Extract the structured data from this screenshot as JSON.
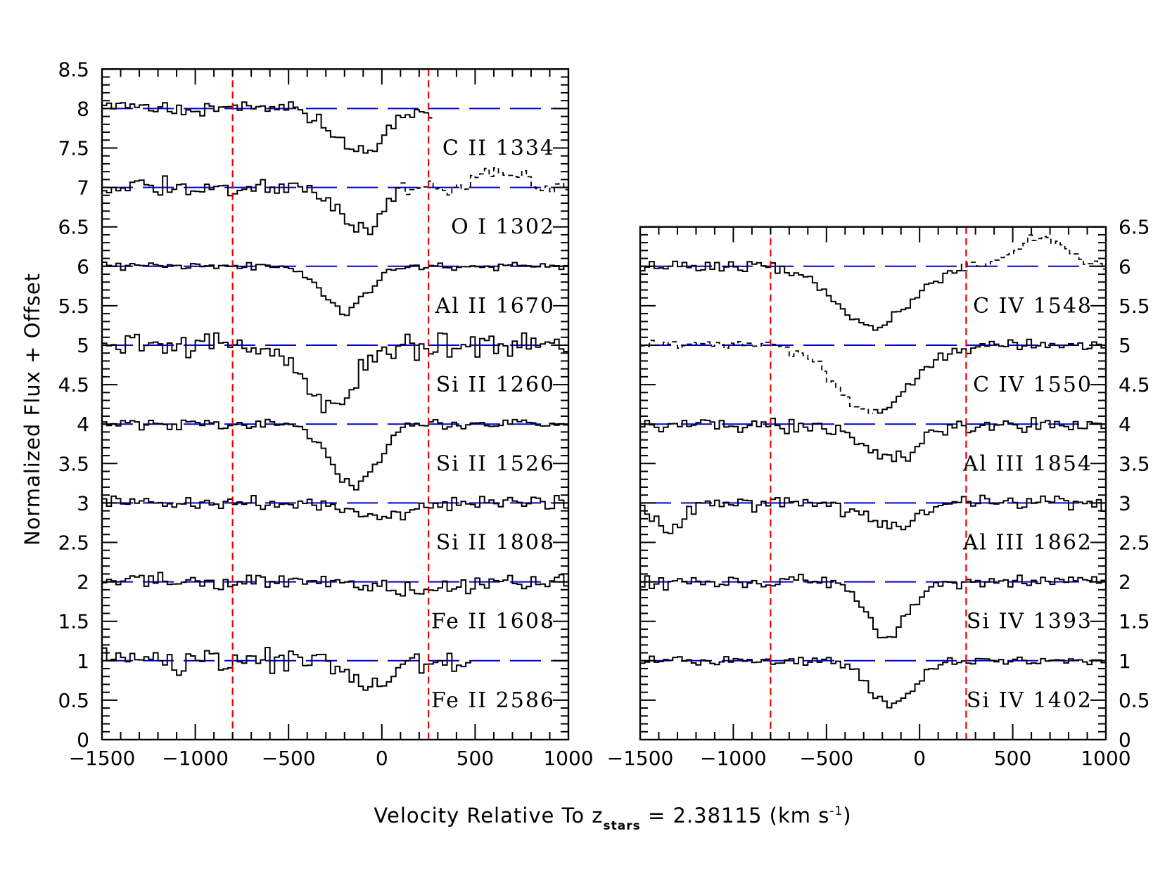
{
  "figure": {
    "xlabel_prefix": "Velocity Relative To z",
    "xlabel_subscript": "stars",
    "xlabel_suffix": " = 2.38115 (km s",
    "xlabel_sup": "-1",
    "xlabel_close": ")",
    "ylabel": "Normalized Flux + Offset"
  },
  "colors": {
    "reference": "#0000cc",
    "velocity_marker": "#ee0000",
    "spectrum": "#000000"
  },
  "chart_data": [
    {
      "type": "line",
      "panel": "left",
      "xlim": [
        -1500,
        1000
      ],
      "ylim": [
        0,
        8.5
      ],
      "xticks": [
        -1500,
        -1000,
        -500,
        0,
        500,
        1000
      ],
      "xtick_labels": [
        "−1500",
        "−1000",
        "−500",
        "0",
        "500",
        "1000"
      ],
      "yticks": [
        0,
        0.5,
        1,
        1.5,
        2,
        2.5,
        3,
        3.5,
        4,
        4.5,
        5,
        5.5,
        6,
        6.5,
        7,
        7.5,
        8,
        8.5
      ],
      "ytick_labels": [
        "0",
        "0.5",
        "1",
        "1.5",
        "2",
        "2.5",
        "3",
        "3.5",
        "4",
        "4.5",
        "5",
        "5.5",
        "6",
        "6.5",
        "7",
        "7.5",
        "8",
        "8.5"
      ],
      "ytick_side": "left",
      "velocity_markers": [
        -800,
        250
      ],
      "series": [
        {
          "name": "C II 1334",
          "offset": 7,
          "noise": 0.09,
          "absorption": [
            {
              "center": -120,
              "width": 290,
              "depth": 0.55
            }
          ],
          "xrange": [
            -1500,
            270
          ]
        },
        {
          "name": "O I 1302",
          "offset": 6,
          "noise": 0.1,
          "absorption": [
            {
              "center": -120,
              "width": 250,
              "depth": 0.55
            }
          ],
          "xrange": [
            -1500,
            100
          ],
          "dashed_segment": {
            "xrange": [
              100,
              1000
            ],
            "noise": 0.1,
            "bump": {
              "center": 620,
              "width": 80,
              "height": 0.25
            }
          }
        },
        {
          "name": "Al II 1670",
          "offset": 5,
          "noise": 0.05,
          "absorption": [
            {
              "center": -200,
              "width": 260,
              "depth": 0.58
            }
          ],
          "xrange": [
            -1500,
            1000
          ]
        },
        {
          "name": "Si II 1260",
          "offset": 4,
          "noise": 0.14,
          "absorption": [
            {
              "center": -280,
              "width": 320,
              "depth": 0.72
            }
          ],
          "xrange": [
            -1500,
            1000
          ]
        },
        {
          "name": "Si II 1526",
          "offset": 3,
          "noise": 0.06,
          "absorption": [
            {
              "center": -150,
              "width": 270,
              "depth": 0.78
            }
          ],
          "xrange": [
            -1500,
            1000
          ]
        },
        {
          "name": "Si II 1808",
          "offset": 2,
          "noise": 0.07,
          "absorption": [
            {
              "center": 0,
              "width": 300,
              "depth": 0.18
            }
          ],
          "xrange": [
            -1500,
            1000
          ]
        },
        {
          "name": "Fe II 1608",
          "offset": 1,
          "noise": 0.1,
          "absorption": [
            {
              "center": 100,
              "width": 400,
              "depth": 0.1
            }
          ],
          "xrange": [
            -1500,
            1000
          ]
        },
        {
          "name": "Fe II 2586",
          "offset": 0,
          "noise": 0.12,
          "absorption": [
            {
              "center": -50,
              "width": 280,
              "depth": 0.32
            }
          ],
          "xrange": [
            -1500,
            480
          ]
        }
      ]
    },
    {
      "type": "line",
      "panel": "right",
      "xlim": [
        -1500,
        1000
      ],
      "ylim": [
        0,
        6.5
      ],
      "xticks": [
        -1500,
        -1000,
        -500,
        0,
        500,
        1000
      ],
      "xtick_labels": [
        "−1500",
        "−1000",
        "−500",
        "0",
        "500",
        "1000"
      ],
      "yticks": [
        0,
        0.5,
        1,
        1.5,
        2,
        2.5,
        3,
        3.5,
        4,
        4.5,
        5,
        5.5,
        6,
        6.5
      ],
      "ytick_labels": [
        "0",
        "0.5",
        "1",
        "1.5",
        "2",
        "2.5",
        "3",
        "3.5",
        "4",
        "4.5",
        "5",
        "5.5",
        "6",
        "6.5"
      ],
      "ytick_side": "right",
      "velocity_markers": [
        -800,
        250
      ],
      "series": [
        {
          "name": "C IV 1548",
          "offset": 5,
          "noise": 0.06,
          "absorption": [
            {
              "center": -250,
              "width": 430,
              "depth": 0.78
            }
          ],
          "xrange": [
            -1500,
            230
          ],
          "dashed_segment": {
            "xrange": [
              230,
              1000
            ],
            "noise": 0.06,
            "bump": {
              "center": 650,
              "width": 130,
              "height": 0.38
            }
          }
        },
        {
          "name": "C IV 1550",
          "offset": 4,
          "noise": 0.06,
          "absorption": [
            {
              "center": -250,
              "width": 420,
              "depth": 0.85
            }
          ],
          "xrange": [
            -250,
            1000
          ],
          "dashed_segment": {
            "xrange": [
              -1500,
              -250
            ],
            "noise": 0.06,
            "bump": null
          }
        },
        {
          "name": "Al III 1854",
          "offset": 3,
          "noise": 0.1,
          "absorption": [
            {
              "center": -150,
              "width": 300,
              "depth": 0.45
            }
          ],
          "xrange": [
            -1500,
            1000
          ]
        },
        {
          "name": "Al III 1862",
          "offset": 2,
          "noise": 0.08,
          "absorption": [
            {
              "center": -1350,
              "width": 130,
              "depth": 0.4
            },
            {
              "center": -150,
              "width": 300,
              "depth": 0.3
            }
          ],
          "xrange": [
            -1500,
            1000
          ]
        },
        {
          "name": "Si IV 1393",
          "offset": 1,
          "noise": 0.07,
          "absorption": [
            {
              "center": -180,
              "width": 240,
              "depth": 0.7
            }
          ],
          "xrange": [
            -1500,
            1000
          ]
        },
        {
          "name": "Si IV 1402",
          "offset": 0,
          "noise": 0.05,
          "absorption": [
            {
              "center": -150,
              "width": 260,
              "depth": 0.55
            }
          ],
          "xrange": [
            -1500,
            1000
          ]
        }
      ]
    }
  ]
}
